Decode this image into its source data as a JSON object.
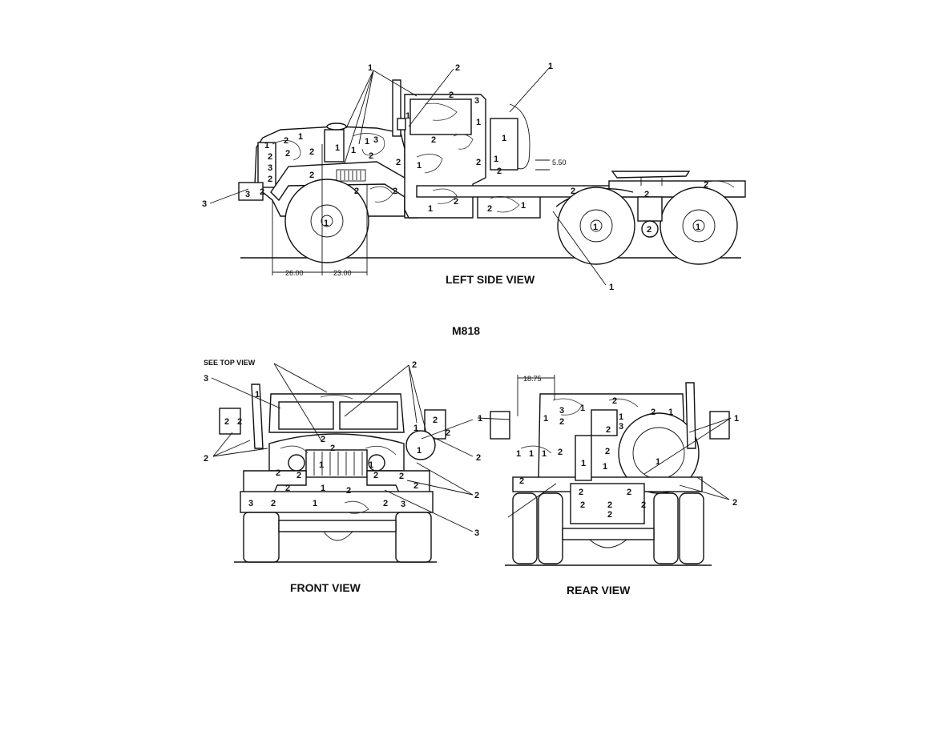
{
  "figure": {
    "model": "M818",
    "views": {
      "left_side": "LEFT SIDE VIEW",
      "front": "FRONT VIEW",
      "rear": "REAR VIEW"
    },
    "dimensions": {
      "d1": "26.00",
      "d2": "23.00",
      "d3": "5.50",
      "d4": "18.75"
    },
    "notes": {
      "see_top_view": "SEE TOP VIEW"
    },
    "color_keys": {
      "one": "1",
      "two": "2",
      "three": "3"
    }
  }
}
